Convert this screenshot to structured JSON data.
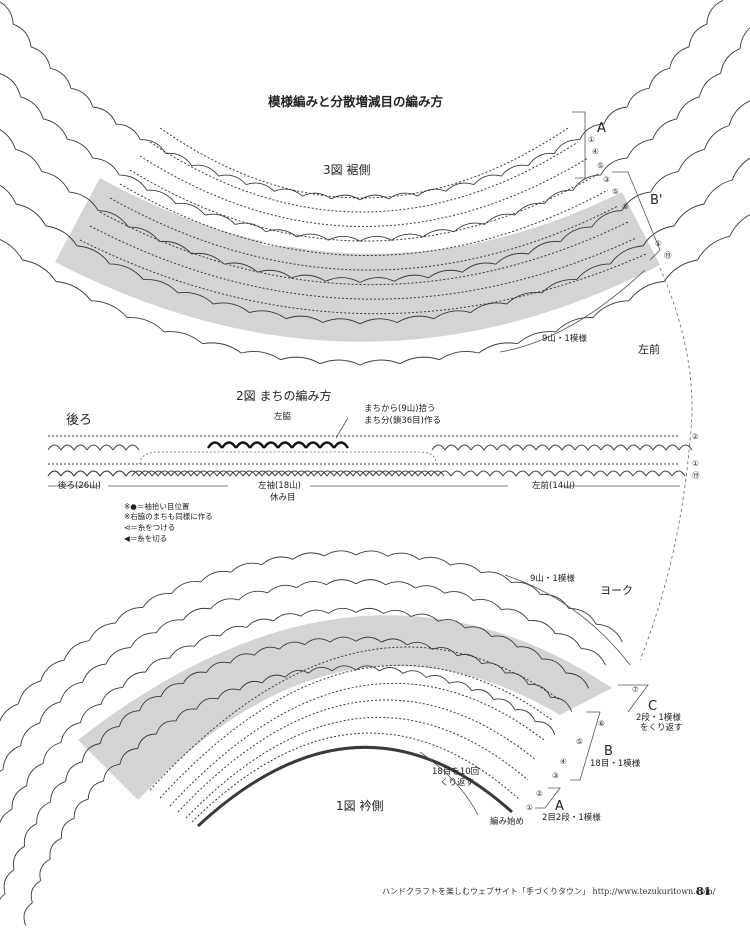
{
  "title": "模様編みと分散増減目の編み方",
  "fig3": {
    "label": "3図 裾側",
    "section_a": "A",
    "section_b": "B'",
    "repeat_label": "9山・1模様",
    "side_label": "左前"
  },
  "fig2": {
    "label": "2図 まちの編み方",
    "back": "後ろ",
    "side": "左脇",
    "note_line1": "まちから(9山)拾う",
    "note_line2": "まち分(鎖36目)作る",
    "seg_back": "後ろ(26山)",
    "seg_sleeve": "左袖(18山)",
    "seg_sleeve_sub": "休み目",
    "seg_front": "左前(14山)",
    "legend": [
      "※●＝袖拾い目位置",
      "※右脇のまちも同様に作る",
      "⊲＝糸をつける",
      "◀＝糸を切る"
    ]
  },
  "fig1": {
    "label": "1図 衿側",
    "yoke": "ヨーク",
    "repeat_label": "9山・1模様",
    "c_letter": "C",
    "c_desc1": "2段・1模様",
    "c_desc2": "をくり返す",
    "b_letter": "B",
    "b_desc": "18目・1模様",
    "a_letter": "A",
    "a_desc": "2目2段・1模様",
    "repeat_note1": "18目を10回",
    "repeat_note2": "くり返す",
    "start": "編み始め"
  },
  "row_numbers": {
    "fig3": [
      "①",
      "④",
      "⑤",
      "③",
      "⑤",
      "⑤",
      "①",
      "⑲"
    ],
    "fig2": [
      "②",
      "①",
      "⑲"
    ],
    "fig1": [
      "⑦",
      "⑥",
      "⑤",
      "④",
      "③",
      "②",
      "①"
    ]
  },
  "footer": "ハンドクラフトを楽しむウェブサイト「手づくりタウン」 http://www.tezukuritown.com/",
  "page_number": "81",
  "colors": {
    "shade": "#d4d4d4",
    "stitch": "#3a3a3a",
    "bold_stitch": "#111111"
  }
}
